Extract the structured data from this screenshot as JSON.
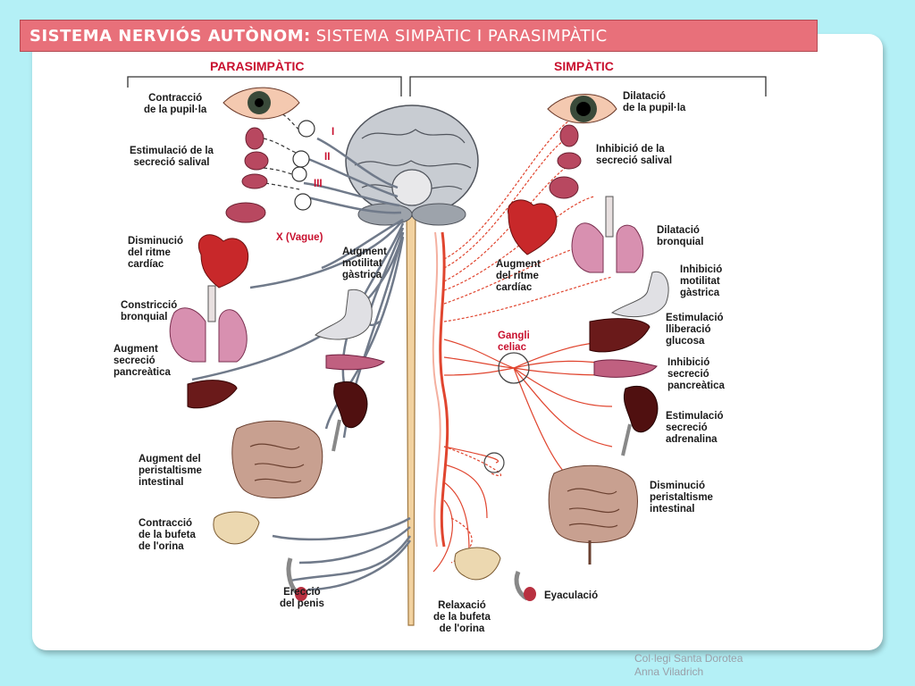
{
  "title": {
    "bold": "SISTEMA  NERVIÓS AUTÒNOM:",
    "normal": "SISTEMA SIMPÀTIC I PARASIMPÀTIC"
  },
  "headers": {
    "left": "PARASIMPÀTIC",
    "right": "SIMPÀTIC"
  },
  "nerves": {
    "i": "I",
    "ii": "II",
    "iii": "III",
    "vague": "X (Vague)"
  },
  "parasympathetic": {
    "pupil": "Contracció\nde la pupil·la",
    "saliva": "Estimulació de la\nsecreció salival",
    "heart": "Disminució\ndel ritme\ncardíac",
    "bronchi": "Constricció\nbronquial",
    "gastric": "Augment\nmotilitat\ngàstrica",
    "pancreas": "Augment\nsecreció\npancreàtica",
    "intestine": "Augment del\nperistaltisme\nintestinal",
    "bladder": "Contracció\nde la  bufeta\nde l'orina",
    "erection": "Erecció\ndel penis"
  },
  "sympathetic": {
    "pupil": "Dilatació\nde la pupil·la",
    "saliva": "Inhibició de la\nsecreció salival",
    "bronchi": "Dilatació\nbronquial",
    "heart": "Augment\ndel ritme\ncardíac",
    "gastric": "Inhibició\nmotilitat\ngàstrica",
    "glucose": "Estimulació\nlliberació\nglucosa",
    "ganglion": "Gangli\nceliac",
    "pancreas": "Inhibició\nsecreció\npancreàtica",
    "adrenaline": "Estimulació\nsecreció\nadrenalina",
    "intestine": "Disminució\nperistaltisme\nintestinal",
    "bladder": "Relaxació\nde la  bufeta\nde l'orina",
    "ejaculation": "Eyaculació"
  },
  "footer": "Col·legi Santa Dorotea\nAnna Viladrich",
  "colors": {
    "title_bg": "#e8707a",
    "background": "#b4f0f6",
    "sympathetic": "#e0452f",
    "parasympathetic": "#6f7a8a"
  }
}
